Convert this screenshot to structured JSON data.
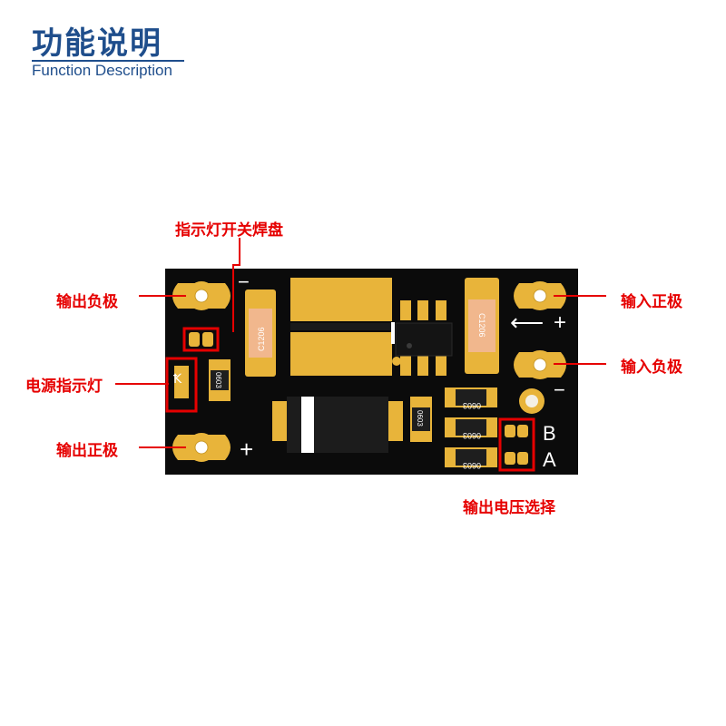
{
  "header": {
    "title": "功能说明",
    "subtitle": "Function Description"
  },
  "labels": {
    "indicator_switch_pad": "指示灯开关焊盘",
    "output_negative": "输出负极",
    "power_indicator": "电源指示灯",
    "output_positive": "输出正极",
    "input_positive": "输入正极",
    "input_negative": "输入负极",
    "output_voltage_select": "输出电压选择"
  },
  "board": {
    "capacitor_left_marking": "C1206",
    "capacitor_right_marking": "C1206",
    "resistor_marking": "0603",
    "silk_plus": "+",
    "silk_minus": "−",
    "silk_arrow": "⟵",
    "silk_b": "B",
    "silk_a": "A",
    "colors": {
      "pcb": "#0b0b0b",
      "gold": "#e8b43a",
      "label_red": "#e60000",
      "title_blue": "#1f4e8c"
    }
  }
}
